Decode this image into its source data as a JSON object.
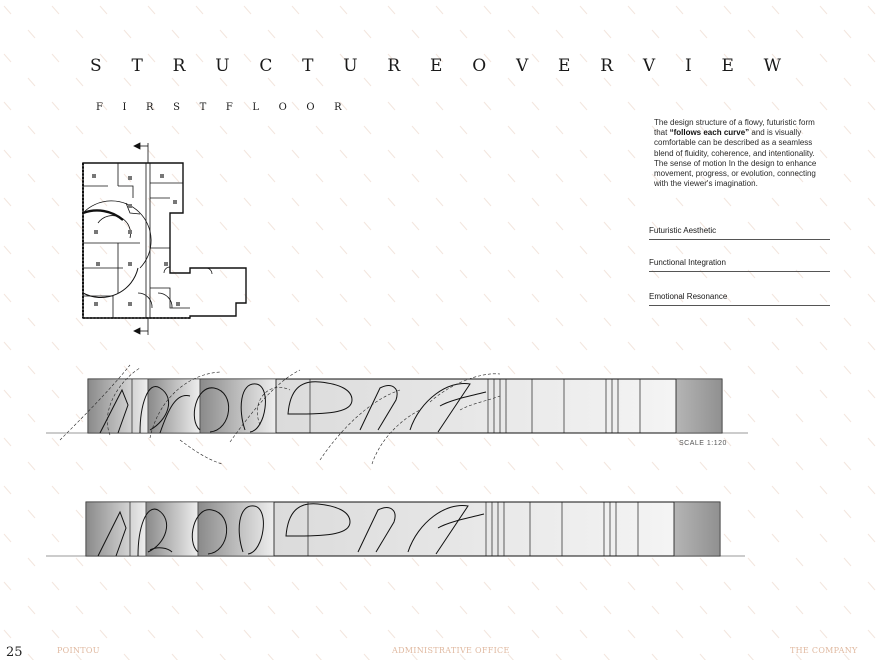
{
  "page": {
    "title": "S T R U C T U R E O V E R V I E W",
    "subtitle": "F I R S T F L O O R",
    "description": {
      "before": "The design structure of a flowy, futuristic form that ",
      "emphasis": "“follows each curve”",
      "after": " and is visually comfortable can be described as a seamless blend of fluidity, coherence, and intentionality. The sense of motion In the design to enhance  movement, progress, or evolution, connecting with the viewer's imagination."
    },
    "features": [
      "Futuristic Aesthetic",
      "Functional Integration",
      "Emotional Resonance"
    ],
    "scale_label": "SCALE 1:120"
  },
  "footer": {
    "page_number": "25",
    "left": "POINTOU",
    "center": "ADMINISTRATIVE OFFICE",
    "right": "THE COMPANY"
  },
  "colors": {
    "footer_text": "#e0b9a0",
    "background_pattern": "#f6ece6",
    "line": "#111111"
  },
  "icons": {
    "floor_plan": "floor-plan-drawing",
    "elevation": "elevation-drawing"
  }
}
